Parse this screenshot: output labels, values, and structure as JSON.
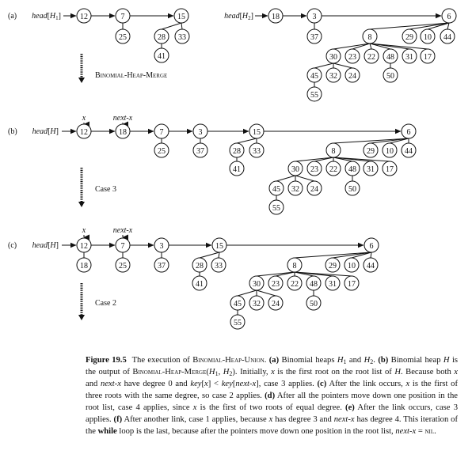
{
  "panels": [
    {
      "label": "(a)",
      "head_labels": [
        {
          "base": "head",
          "sub": "H",
          "index": "1"
        },
        {
          "base": "head",
          "sub": "H",
          "index": "2"
        }
      ],
      "pointer_labels": [],
      "roots": [
        {
          "key": "12",
          "children": []
        },
        {
          "key": "7",
          "children": [
            {
              "key": "25",
              "children": []
            }
          ]
        },
        {
          "key": "15",
          "children": [
            {
              "key": "28",
              "children": [
                {
                  "key": "41",
                  "children": []
                }
              ]
            },
            {
              "key": "33",
              "children": []
            }
          ]
        },
        {
          "key": "18",
          "children": []
        },
        {
          "key": "3",
          "children": [
            {
              "key": "37",
              "children": []
            }
          ]
        },
        {
          "key": "6",
          "children": [
            {
              "key": "8",
              "children": [
                {
                  "key": "30",
                  "children": [
                    {
                      "key": "45",
                      "children": [
                        {
                          "key": "55",
                          "children": []
                        }
                      ]
                    },
                    {
                      "key": "32",
                      "children": []
                    },
                    {
                      "key": "24",
                      "children": []
                    }
                  ]
                },
                {
                  "key": "23",
                  "children": []
                },
                {
                  "key": "22",
                  "children": []
                },
                {
                  "key": "48",
                  "children": [
                    {
                      "key": "50",
                      "children": []
                    }
                  ]
                },
                {
                  "key": "31",
                  "children": []
                },
                {
                  "key": "17",
                  "children": []
                }
              ]
            },
            {
              "key": "29",
              "children": []
            },
            {
              "key": "10",
              "children": []
            },
            {
              "key": "44",
              "children": []
            }
          ]
        }
      ],
      "step_label": "Binomial-Heap-Merge"
    },
    {
      "label": "(b)",
      "head_labels": [
        {
          "base": "head",
          "sub": "H",
          "index": ""
        }
      ],
      "pointer_labels": [
        "x",
        "next-x"
      ],
      "roots": [
        {
          "key": "12"
        },
        {
          "key": "18"
        },
        {
          "key": "7",
          "children": [
            {
              "key": "25"
            }
          ]
        },
        {
          "key": "3",
          "children": [
            {
              "key": "37"
            }
          ]
        },
        {
          "key": "15",
          "children": [
            {
              "key": "28"
            },
            {
              "key": "33"
            },
            {
              "key": "41"
            }
          ]
        },
        {
          "key": "6",
          "children": [
            {
              "key": "8"
            },
            {
              "key": "29"
            },
            {
              "key": "10"
            },
            {
              "key": "44"
            },
            {
              "key": "30"
            },
            {
              "key": "23"
            },
            {
              "key": "22"
            },
            {
              "key": "48"
            },
            {
              "key": "31"
            },
            {
              "key": "17"
            },
            {
              "key": "45"
            },
            {
              "key": "32"
            },
            {
              "key": "24"
            },
            {
              "key": "50"
            },
            {
              "key": "55"
            }
          ]
        }
      ],
      "step_label": "Case 3"
    },
    {
      "label": "(c)",
      "head_labels": [
        {
          "base": "head",
          "sub": "H",
          "index": ""
        }
      ],
      "pointer_labels": [
        "x",
        "next-x"
      ],
      "roots": [
        {
          "key": "12",
          "children": [
            {
              "key": "18"
            }
          ]
        },
        {
          "key": "7",
          "children": [
            {
              "key": "25"
            }
          ]
        },
        {
          "key": "3",
          "children": [
            {
              "key": "37"
            }
          ]
        },
        {
          "key": "15",
          "children": [
            {
              "key": "28"
            },
            {
              "key": "33"
            },
            {
              "key": "41"
            }
          ]
        },
        {
          "key": "6",
          "children": [
            {
              "key": "8"
            },
            {
              "key": "29"
            },
            {
              "key": "10"
            },
            {
              "key": "44"
            },
            {
              "key": "30"
            },
            {
              "key": "23"
            },
            {
              "key": "22"
            },
            {
              "key": "48"
            },
            {
              "key": "31"
            },
            {
              "key": "17"
            },
            {
              "key": "45"
            },
            {
              "key": "32"
            },
            {
              "key": "24"
            },
            {
              "key": "50"
            },
            {
              "key": "55"
            }
          ]
        }
      ],
      "step_label": "Case 2"
    }
  ],
  "caption": {
    "figure_label": "Figure 19.5",
    "segments": [
      {
        "t": "The execution of "
      },
      {
        "t": "Binomial-Heap-Union",
        "sc": true
      },
      {
        "t": ". "
      },
      {
        "t": "(a)",
        "b": true
      },
      {
        "t": " Binomial heaps "
      },
      {
        "t": "H",
        "i": true
      },
      {
        "t": "1",
        "sub": true
      },
      {
        "t": " and "
      },
      {
        "t": "H",
        "i": true
      },
      {
        "t": "2",
        "sub": true
      },
      {
        "t": ". "
      },
      {
        "t": "(b)",
        "b": true
      },
      {
        "t": " Binomial heap "
      },
      {
        "t": "H",
        "i": true
      },
      {
        "t": " is the output of "
      },
      {
        "t": "Binomial-Heap-Merge",
        "sc": true
      },
      {
        "t": "("
      },
      {
        "t": "H",
        "i": true
      },
      {
        "t": "1",
        "sub": true
      },
      {
        "t": ", "
      },
      {
        "t": "H",
        "i": true
      },
      {
        "t": "2",
        "sub": true
      },
      {
        "t": "). Initially, "
      },
      {
        "t": "x",
        "i": true
      },
      {
        "t": " is the first root on the root list of "
      },
      {
        "t": "H",
        "i": true
      },
      {
        "t": ". Because both "
      },
      {
        "t": "x",
        "i": true
      },
      {
        "t": " and "
      },
      {
        "t": "next-x",
        "i": true
      },
      {
        "t": " have degree 0 and "
      },
      {
        "t": "key",
        "i": true
      },
      {
        "t": "["
      },
      {
        "t": "x",
        "i": true
      },
      {
        "t": "] < "
      },
      {
        "t": "key",
        "i": true
      },
      {
        "t": "["
      },
      {
        "t": "next-x",
        "i": true
      },
      {
        "t": "], case 3 applies. "
      },
      {
        "t": "(c)",
        "b": true
      },
      {
        "t": " After the link occurs, "
      },
      {
        "t": "x",
        "i": true
      },
      {
        "t": " is the first of three roots with the same degree, so case 2 applies. "
      },
      {
        "t": "(d)",
        "b": true
      },
      {
        "t": " After all the pointers move down one position in the root list, case 4 applies, since "
      },
      {
        "t": "x",
        "i": true
      },
      {
        "t": " is the first of two roots of equal degree. "
      },
      {
        "t": "(e)",
        "b": true
      },
      {
        "t": " After the link occurs, case 3 applies. "
      },
      {
        "t": "(f)",
        "b": true
      },
      {
        "t": " After another link, case 1 applies, because "
      },
      {
        "t": "x",
        "i": true
      },
      {
        "t": " has degree 3 and "
      },
      {
        "t": "next-x",
        "i": true
      },
      {
        "t": " has degree 4. This iteration of the "
      },
      {
        "t": "while",
        "b": true
      },
      {
        "t": " loop is the last, because after the pointers move down one position in the root list, "
      },
      {
        "t": "next-x",
        "i": true
      },
      {
        "t": " = "
      },
      {
        "t": "nil",
        "sc": true
      },
      {
        "t": "."
      }
    ]
  }
}
